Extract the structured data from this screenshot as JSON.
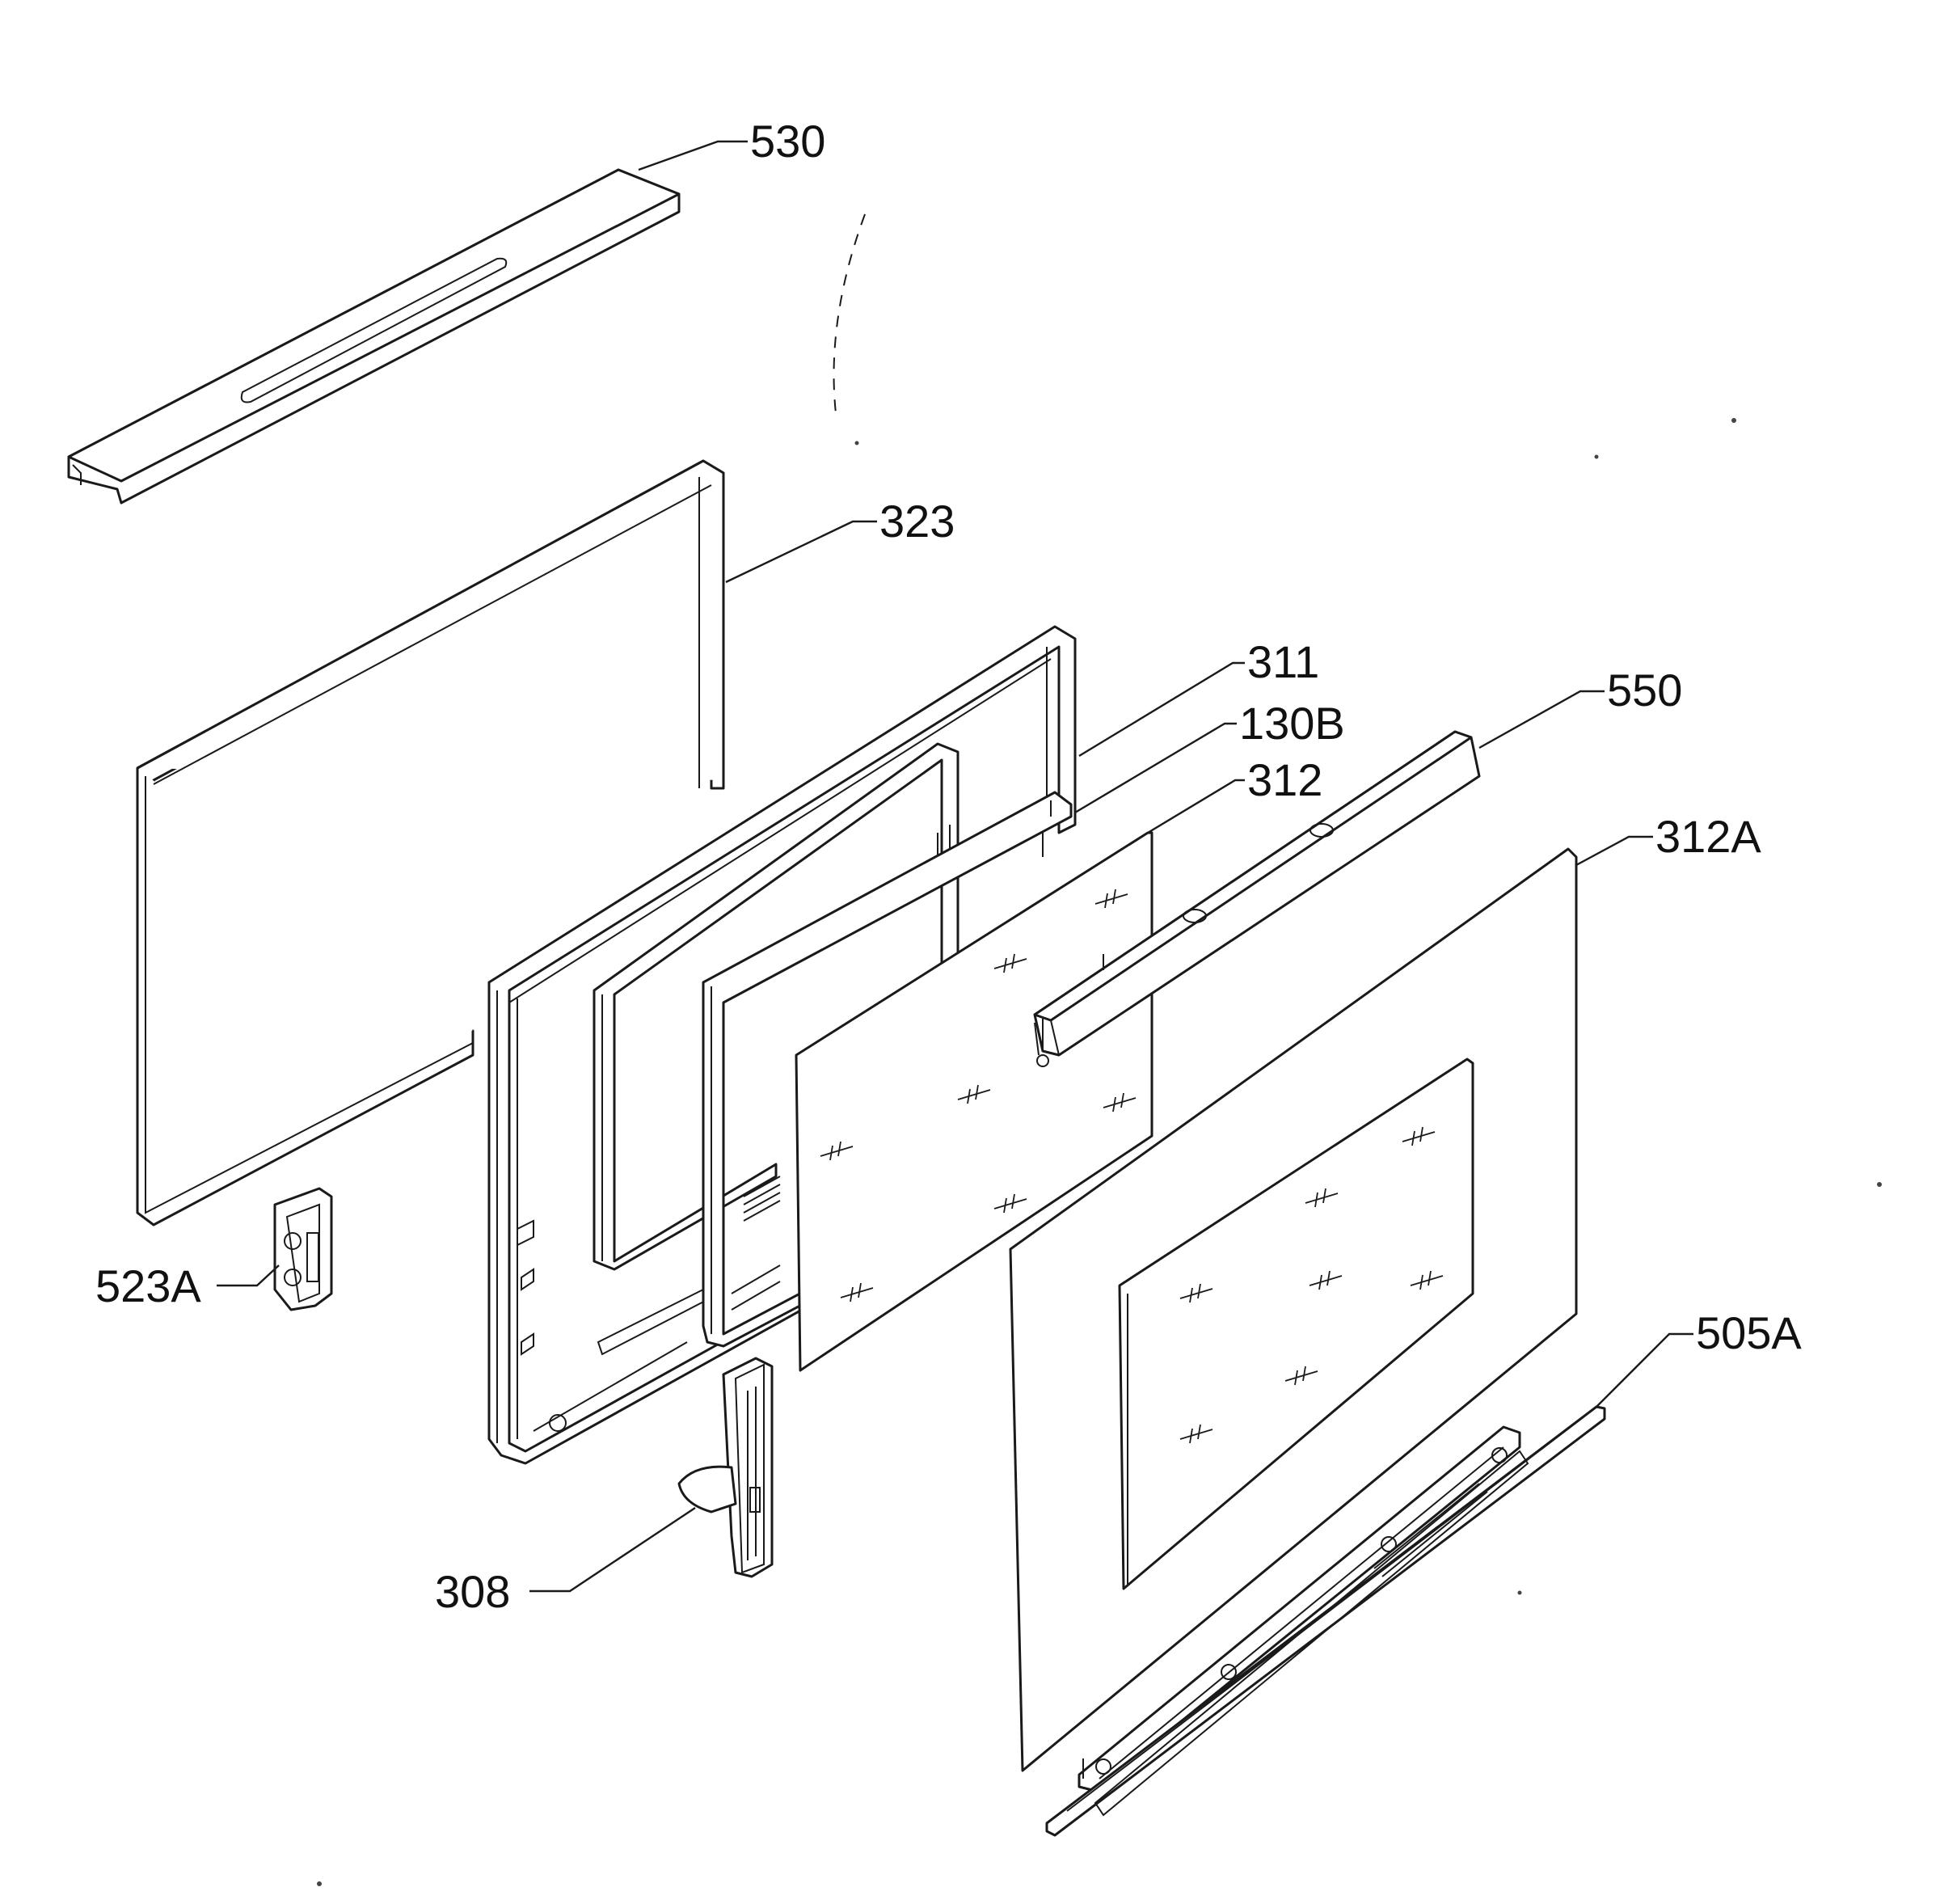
{
  "labels": {
    "p530": "530",
    "p323": "323",
    "p311": "311",
    "p130B": "130B",
    "p312": "312",
    "p550": "550",
    "p312A": "312A",
    "p523A": "523A",
    "p505A": "505A",
    "p308": "308"
  },
  "colors": {
    "ink": "#1a1a1a",
    "paper": "#ffffff"
  }
}
